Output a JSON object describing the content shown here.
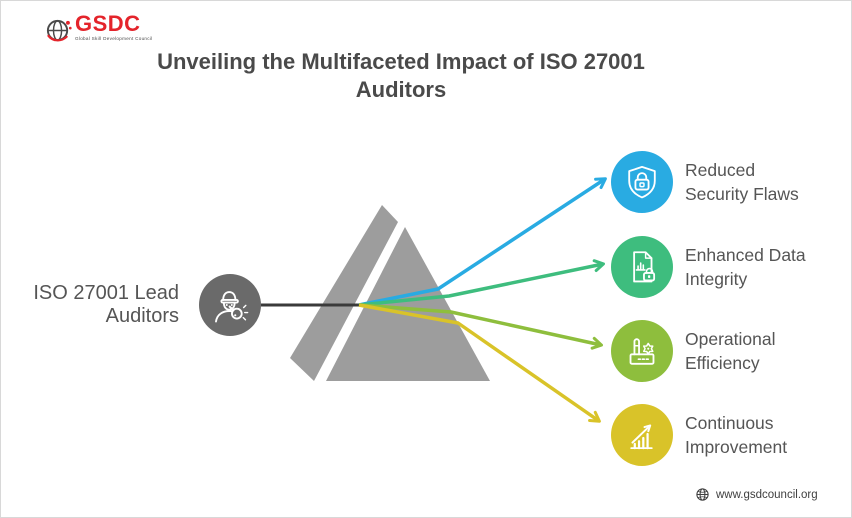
{
  "brand": {
    "name": "GSDC",
    "tagline": "Global Skill Development Council",
    "logo_icon": "globe-icon",
    "red": "#e4242b"
  },
  "title": {
    "line1": "Unveiling the Multifaceted Impact of ISO 27001",
    "line2": "Auditors"
  },
  "source": {
    "line1": "ISO 27001 Lead",
    "line2": "Auditors",
    "icon": "auditor-person-icon",
    "color": "#6a6a6a"
  },
  "outcomes": [
    {
      "line1": "Reduced",
      "line2": "Security Flaws",
      "icon": "shield-lock-icon",
      "color": "#29abe2"
    },
    {
      "line1": "Enhanced Data",
      "line2": "Integrity",
      "icon": "document-lock-icon",
      "color": "#3ebd7e"
    },
    {
      "line1": "Operational",
      "line2": "Efficiency",
      "icon": "factory-gear-icon",
      "color": "#8ebe3d"
    },
    {
      "line1": "Continuous",
      "line2": "Improvement",
      "icon": "growth-chart-icon",
      "color": "#d9c329"
    }
  ],
  "footer": {
    "website": "www.gsdcouncil.org",
    "icon": "globe-icon"
  },
  "palette": {
    "prism_gray": "#9d9d9d",
    "line_black": "#3a3a3a",
    "title_text": "#4a4a4a",
    "label_text": "#555555"
  }
}
